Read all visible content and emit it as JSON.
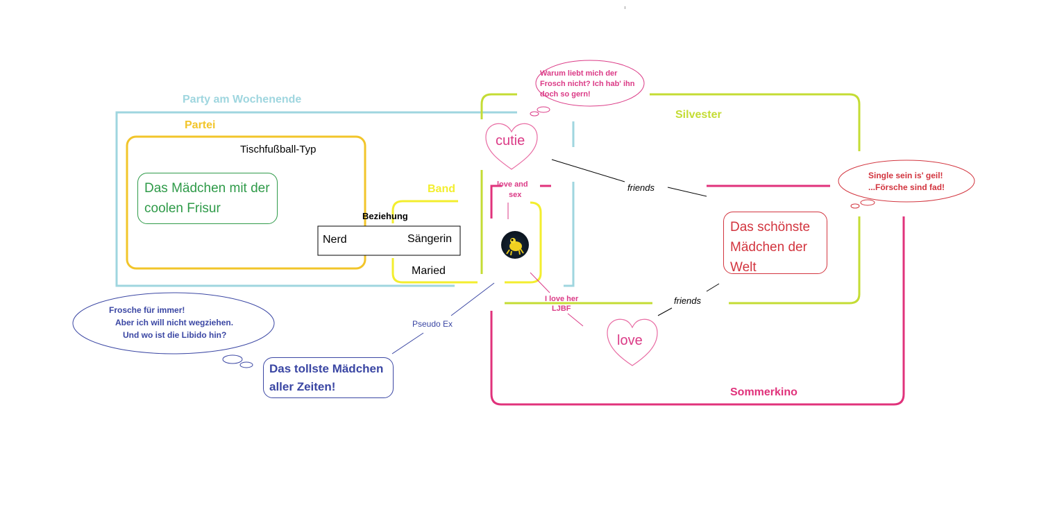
{
  "colors": {
    "party": "#9fd6df",
    "partei": "#f2c52a",
    "band": "#f3ee2e",
    "silvester": "#c4dc34",
    "sommerkino": "#e0327b",
    "green_text": "#2e9a48",
    "red_text": "#d2343e",
    "blue_text": "#3a46a3",
    "pink_text": "#db3a86",
    "heart_stroke": "#e86aa2",
    "black": "#000000"
  },
  "groups": {
    "party": "Party am Wochenende",
    "partei": "Partei",
    "band": "Band",
    "silvester": "Silvester",
    "sommerkino": "Sommerkino"
  },
  "people": {
    "maedchen_frisur": "Das Mädchen mit der coolen Frisur",
    "schoenste": "Das schönste Mädchen der Welt",
    "tollste": "Das tollste Mädchen aller Zeiten!"
  },
  "labels": {
    "tischfussball": "Tischfußball-Typ",
    "beziehung": "Beziehung",
    "nerd": "Nerd",
    "saengerin": "Sängerin",
    "maried": "Maried",
    "love_and_sex_1": "love and",
    "love_and_sex_2": "sex",
    "friends_top": "friends",
    "friends_bottom": "friends",
    "i_love_her_1": "I love her",
    "i_love_her_2": "LJBF",
    "pseudo_ex": "Pseudo Ex"
  },
  "hearts": {
    "cutie": "cutie",
    "love": "love"
  },
  "thoughts": {
    "frosch_line1": "Warum liebt mich der",
    "frosch_line2": "Frosch nicht? Ich hab' ihn",
    "frosch_line3": "doch so gern!",
    "single_line1": "Single sein is' geil!",
    "single_line2": "...Försche sind fad!",
    "frosche_line1": "Frosche für immer!",
    "frosche_line2": "Aber ich will nicht wegziehen.",
    "frosche_line3": "Und wo ist die Libido hin?"
  },
  "icons": {
    "frog": "frog-avatar-icon"
  }
}
